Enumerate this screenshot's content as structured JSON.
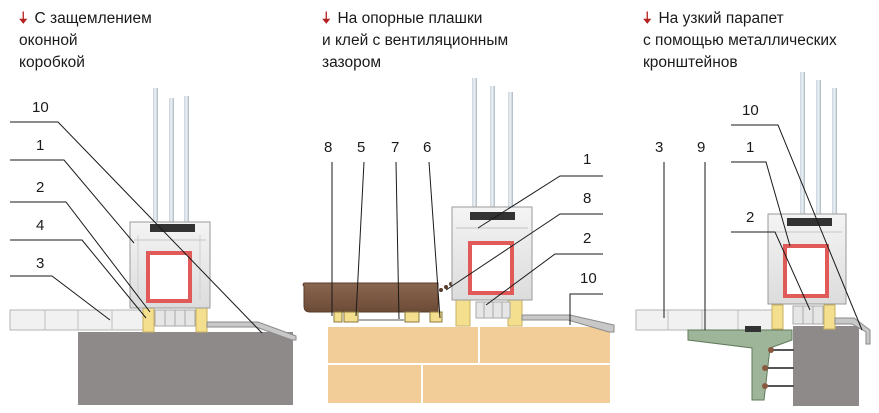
{
  "captions": [
    {
      "lines": [
        "С защемлением",
        "оконной",
        "коробкой"
      ]
    },
    {
      "lines": [
        "На опорные плашки",
        "и клей с вентиляционным",
        "зазором"
      ]
    },
    {
      "lines": [
        "На узкий парапет",
        "с помощью металлических",
        "кронштейнов"
      ]
    }
  ],
  "arrow_glyph": "🡣",
  "labels": {
    "d1": [
      "10",
      "1",
      "2",
      "4",
      "3"
    ],
    "d2": [
      "8",
      "5",
      "7",
      "6",
      "1",
      "8",
      "2",
      "10"
    ],
    "d3": [
      "10",
      "3",
      "9",
      "1",
      "2"
    ]
  },
  "colors": {
    "accent_arrow": "#b52020",
    "seal_red": "#e05a5a",
    "foam_yellow": "#f3df8e",
    "wall_gray": "#8f8a8a",
    "brick": "#f2cd97",
    "wood_sill": "#7d5a44",
    "bracket_green": "#9fb59a"
  }
}
